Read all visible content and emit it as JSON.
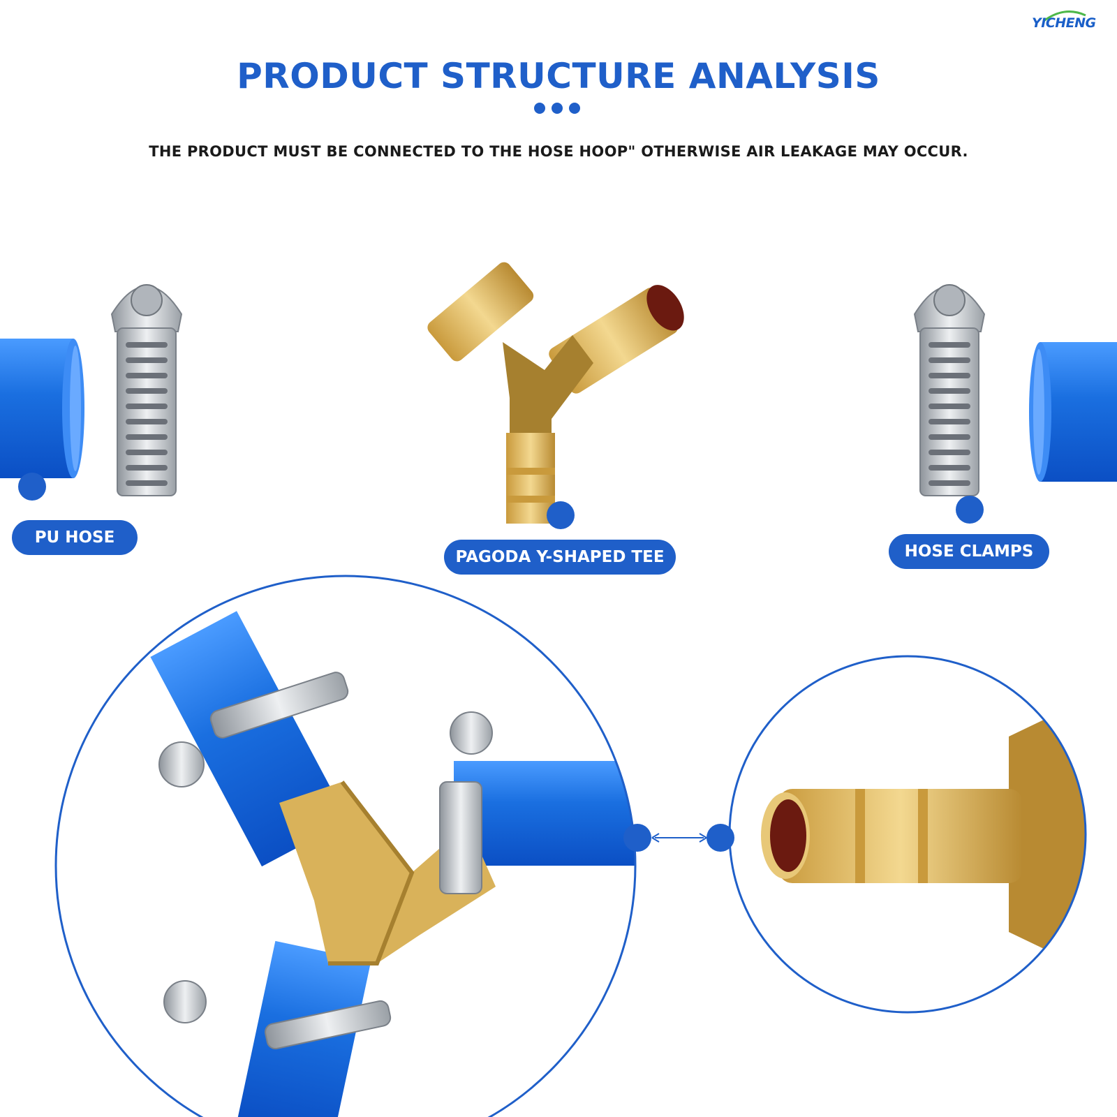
{
  "brand": {
    "logo_text": "YICHENG"
  },
  "header": {
    "title": "PRODUCT STRUCTURE ANALYSIS",
    "notice": "THE PRODUCT MUST BE CONNECTED TO THE HOSE HOOP\" OTHERWISE AIR LEAKAGE MAY OCCUR."
  },
  "components": {
    "pu_hose": "PU HOSE",
    "y_tee": "PAGODA Y-SHAPED TEE",
    "hose_clamps": "HOSE CLAMPS"
  },
  "colors": {
    "accent": "#1f5fc9",
    "hose_blue": "#1a6fe0",
    "brass": "#d9b25a",
    "brass_dark": "#a6802f",
    "steel": "#c9ccd1"
  },
  "icons": [
    "double-arrow-icon"
  ]
}
